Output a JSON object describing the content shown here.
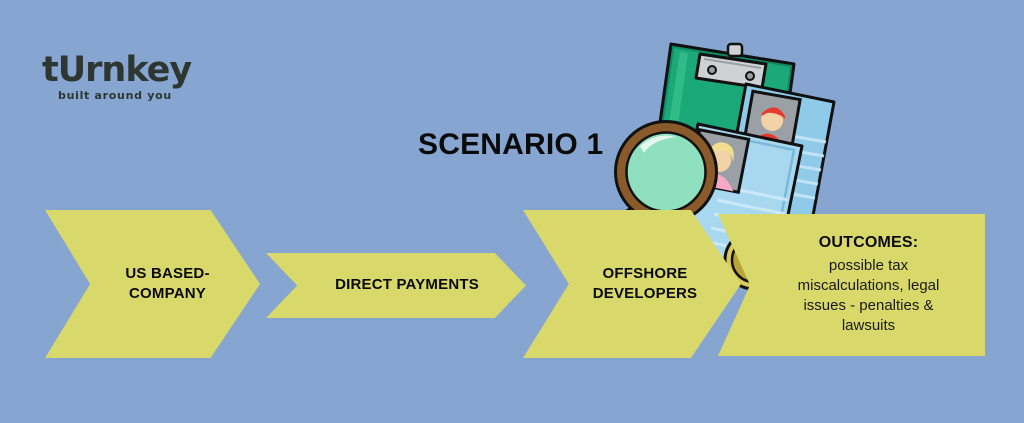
{
  "page": {
    "background_color": "#86a6d1",
    "accent_color": "#d9d86b",
    "text_color": "#0a0a0a"
  },
  "logo": {
    "wordmark": "tUrnkey",
    "tagline_prefix": "built around ",
    "tagline_accent": "you"
  },
  "title": "SCENARIO 1",
  "flow": {
    "steps": [
      {
        "label": "US BASED-\nCOMPANY",
        "line1": "US BASED-",
        "line2": "COMPANY"
      },
      {
        "label": "DIRECT PAYMENTS",
        "line1": "DIRECT PAYMENTS",
        "line2": ""
      },
      {
        "label": "OFFSHORE\nDEVELOPERS",
        "line1": "OFFSHORE",
        "line2": "DEVELOPERS"
      }
    ],
    "outcomes": {
      "heading": "OUTCOMES:",
      "body": "possible tax miscalculations, legal issues - penalties & lawsuits"
    }
  },
  "illustration": {
    "name": "resume-review-illustration",
    "elements": [
      "green-clipboard",
      "metal-clip",
      "magnifying-glass",
      "resume-document-back",
      "resume-document-front",
      "applicant-photo-red",
      "applicant-photo-pink",
      "gold-paperclip-seal"
    ],
    "colors": {
      "clipboard": "#1ba97a",
      "clipboard_dark": "#0f8a62",
      "clip_metal": "#cfd2d4",
      "document": "#a8d8ef",
      "document_back": "#8fcbe8",
      "photo_box": "#9aa0a6",
      "shirt_red": "#e8392f",
      "shirt_pink": "#f5a8c8",
      "hair_blonde": "#f2dd8e",
      "skin": "#f2d3a8",
      "lens": "#8fe0be",
      "handle": "#8b5a2b",
      "seal_gold": "#c9b23c"
    }
  }
}
